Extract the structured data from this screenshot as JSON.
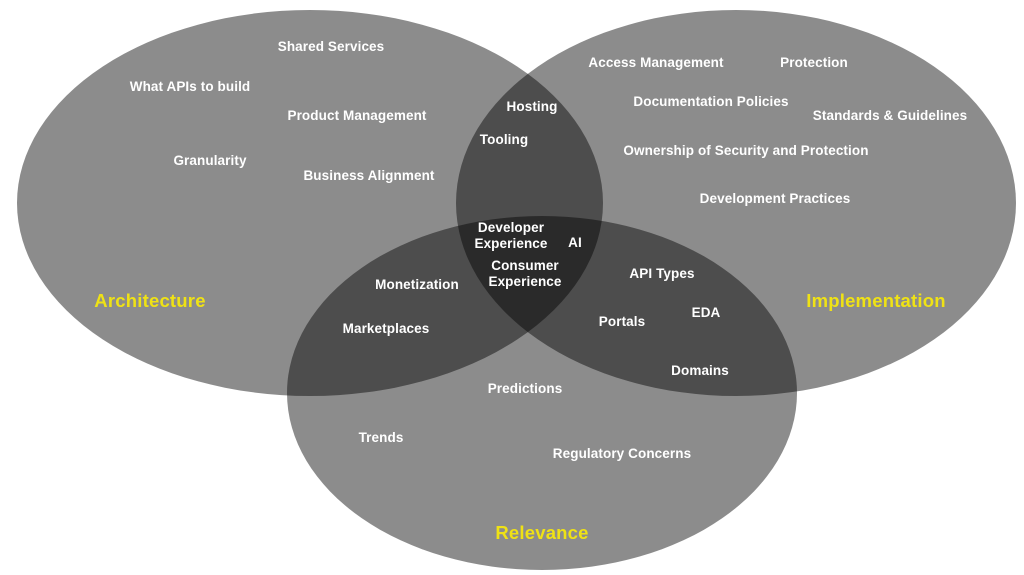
{
  "venn": {
    "colors": {
      "background": "#FFFFFF",
      "single_region_gray": "#8C8C8C",
      "double_overlap_gray": "#4D4D4D",
      "triple_overlap_gray": "#2A2A2A",
      "title_yellow": "#EFE215",
      "label_white": "#FFFFFF"
    },
    "sets": {
      "architecture": {
        "title": "Architecture",
        "items": [
          "Shared Services",
          "What APIs to build",
          "Product Management",
          "Granularity",
          "Business Alignment"
        ]
      },
      "implementation": {
        "title": "Implementation",
        "items": [
          "Access Management",
          "Protection",
          "Documentation Policies",
          "Standards & Guidelines",
          "Ownership of Security and Protection",
          "Development Practices"
        ]
      },
      "relevance": {
        "title": "Relevance",
        "items": [
          "Predictions",
          "Trends",
          "Regulatory Concerns"
        ]
      },
      "architecture_implementation": {
        "items": [
          "Hosting",
          "Tooling"
        ]
      },
      "architecture_relevance": {
        "items": [
          "Monetization",
          "Marketplaces"
        ]
      },
      "implementation_relevance": {
        "items": [
          "API Types",
          "Portals",
          "EDA",
          "Domains"
        ]
      },
      "all_three": {
        "items": [
          "Developer Experience",
          "AI",
          "Consumer Experience"
        ]
      }
    }
  }
}
